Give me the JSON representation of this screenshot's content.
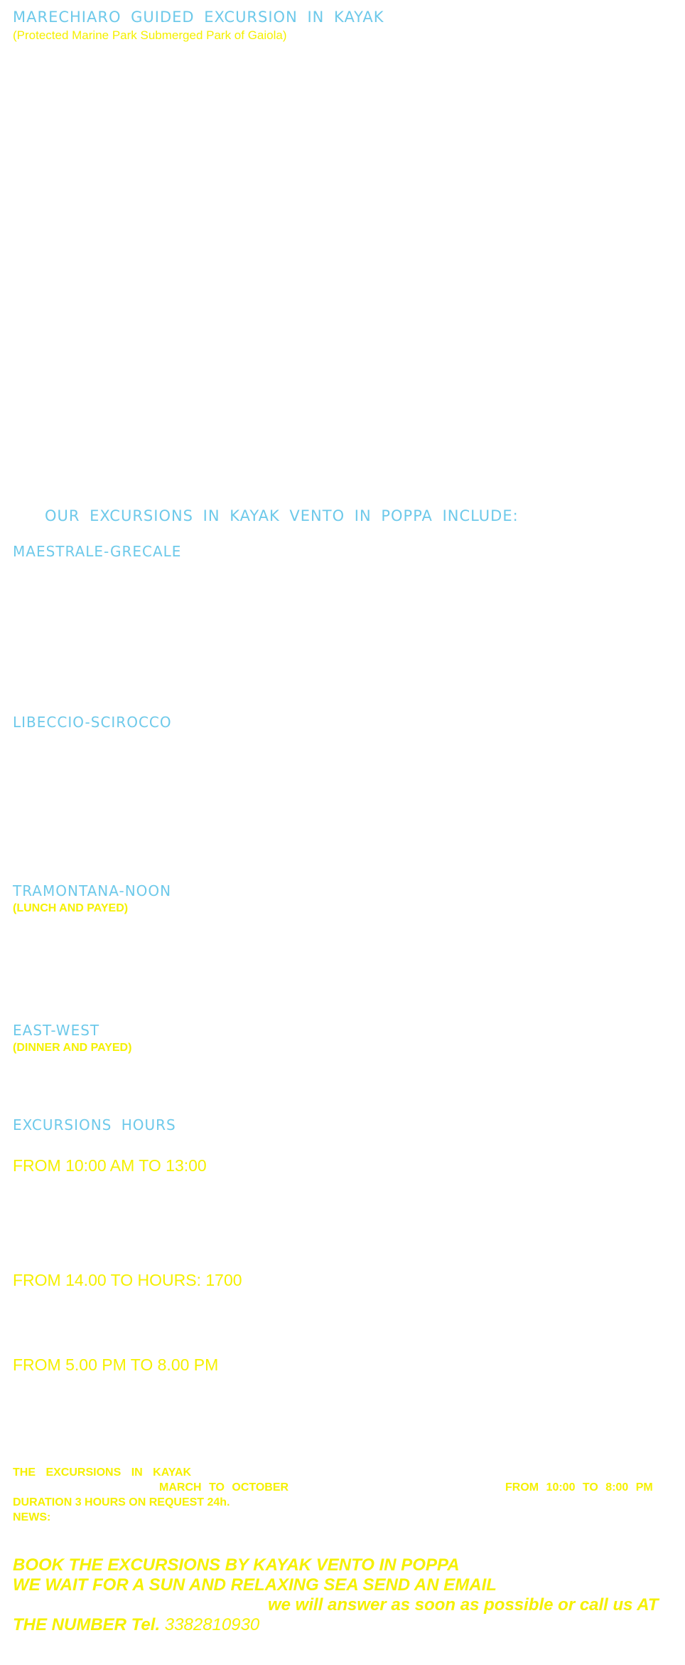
{
  "header": {
    "title": "MARECHIARO GUIDED EXCURSION IN KAYAK",
    "subtitle": "(Protected Marine Park Submerged Park of Gaiola)"
  },
  "includes": {
    "heading": "OUR EXCURSIONS IN KAYAK VENTO IN POPPA INCLUDE:"
  },
  "excursions": [
    {
      "name": "MAESTRALE-GRECALE",
      "note": ""
    },
    {
      "name": "LIBECCIO-SCIROCCO",
      "note": ""
    },
    {
      "name": "TRAMONTANA-NOON",
      "note": "(LUNCH AND PAYED)"
    },
    {
      "name": "EAST-WEST",
      "note": "(DINNER AND PAYED)"
    }
  ],
  "hours": {
    "heading": "EXCURSIONS HOURS",
    "slots": [
      "FROM 10:00 AM TO 13:00",
      "FROM 14.00 TO HOURS: 1700",
      "FROM 5.00 PM TO 8.00 PM"
    ]
  },
  "season": {
    "line1": "THE EXCURSIONS IN KAYAK",
    "months": "MARCH TO OCTOBER",
    "time": "FROM 10:00 TO 8:00 PM",
    "duration": "DURATION 3 HOURS ON REQUEST 24h.",
    "news": "NEWS:"
  },
  "booking": {
    "line1": "BOOK THE EXCURSIONS BY KAYAK VENTO IN POPPA",
    "line2": "WE WAIT FOR A SUN AND RELAXING SEA SEND AN EMAIL",
    "line3": "we will answer as soon as possible or call us AT",
    "line4": "THE NUMBER Tel.",
    "phone": "3382810930"
  },
  "colors": {
    "heading": "#6dc9ea",
    "text": "#f5f000",
    "background": "#ffffff"
  }
}
